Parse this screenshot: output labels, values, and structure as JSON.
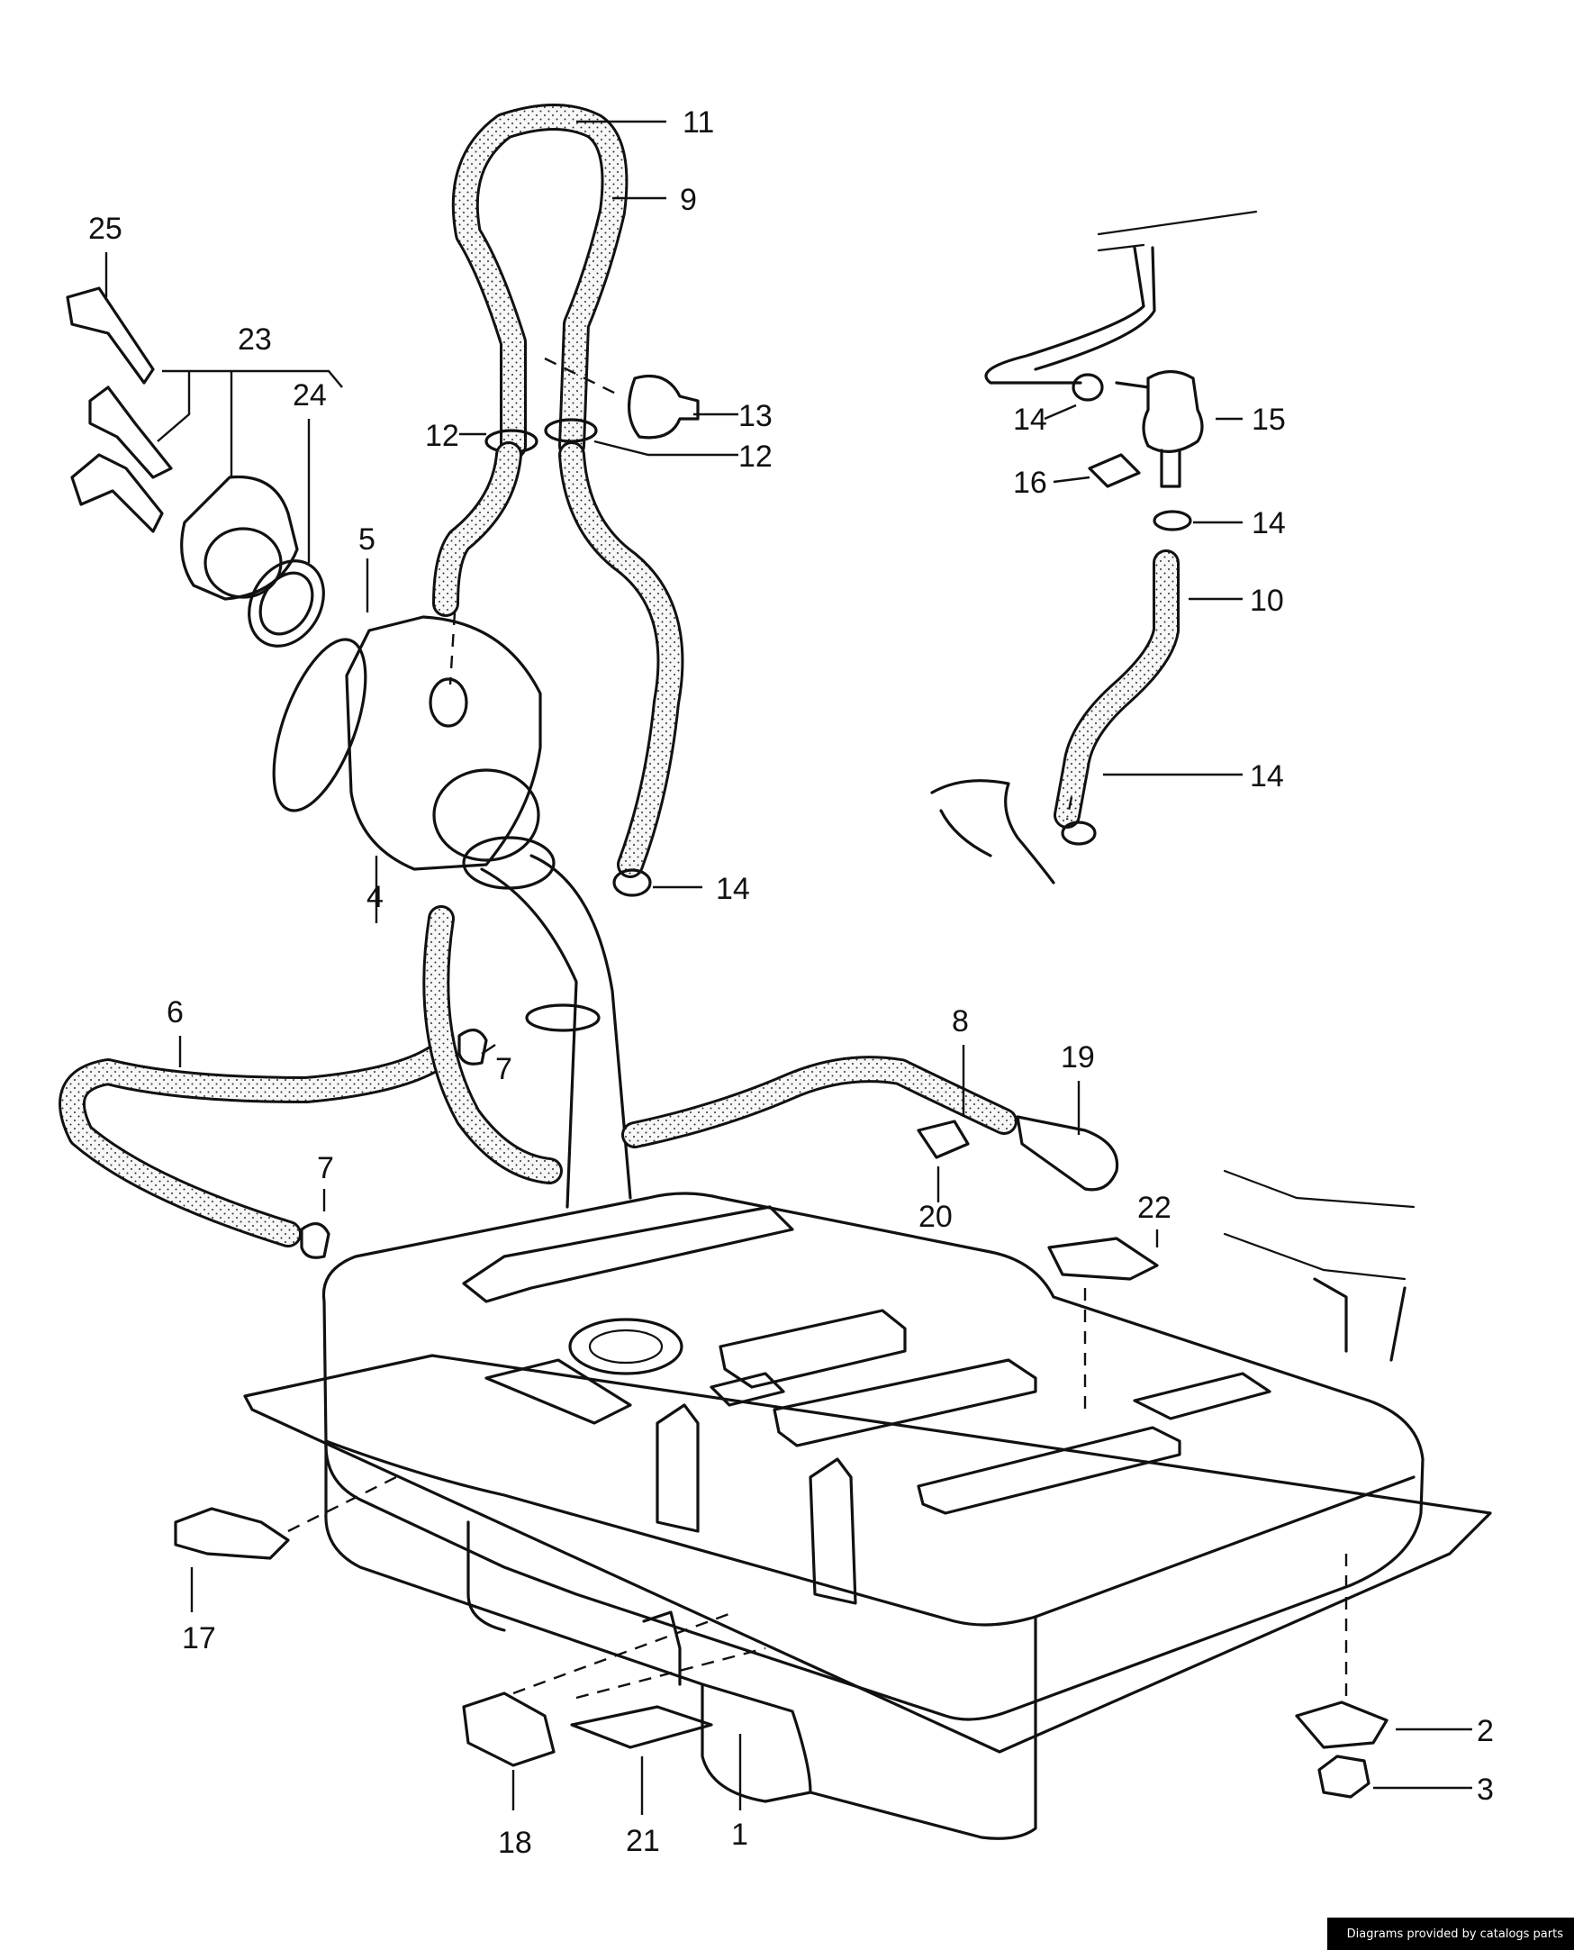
{
  "labels": {
    "p1": "1",
    "p2": "2",
    "p3": "3",
    "p4": "4",
    "p5": "5",
    "p6": "6",
    "p7a": "7",
    "p7b": "7",
    "p8": "8",
    "p9": "9",
    "p10": "10",
    "p11": "11",
    "p12a": "12",
    "p12b": "12",
    "p13": "13",
    "p14a": "14",
    "p14b": "14",
    "p14c": "14",
    "p14d": "14",
    "p15": "15",
    "p16": "16",
    "p17": "17",
    "p18": "18",
    "p19": "19",
    "p20": "20",
    "p21": "21",
    "p22": "22",
    "p23": "23",
    "p24": "24",
    "p25": "25"
  },
  "credit": "Diagrams provided by catalogs parts",
  "colors": {
    "line": "#111111",
    "background": "#ffffff",
    "credit_bg": "#000000",
    "credit_fg": "#ffffff"
  }
}
